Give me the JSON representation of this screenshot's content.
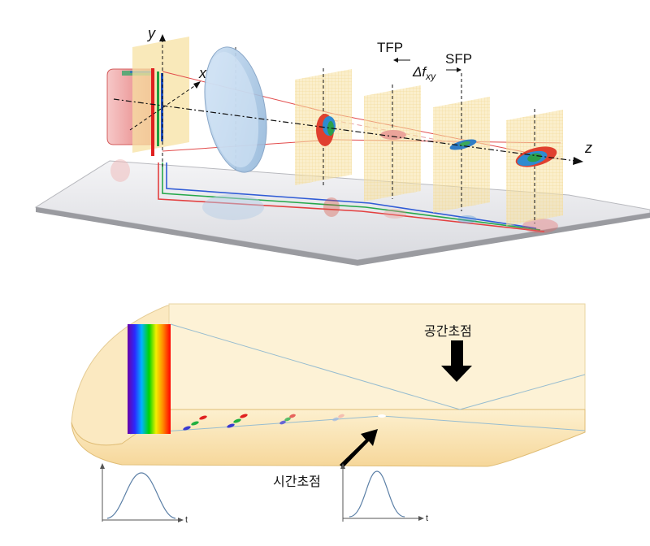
{
  "top_diagram": {
    "axis_x": "x",
    "axis_y": "y",
    "axis_z": "z",
    "label_tfp": "TFP",
    "label_sfp": "SFP",
    "label_delta_base": "Δf",
    "label_delta_sub": "xy"
  },
  "bottom_diagram": {
    "label_spatial_focus": "공간초점",
    "label_temporal_focus": "시간초점",
    "pulse_left_axis": "t",
    "pulse_right_axis": "t"
  }
}
